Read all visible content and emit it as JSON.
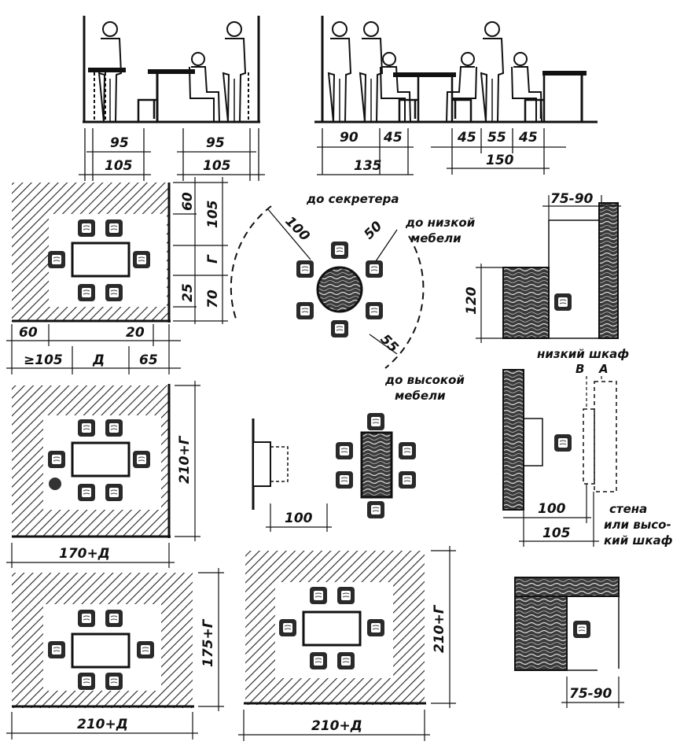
{
  "top_left": {
    "dim_1": "95",
    "dim_2": "105",
    "dim_3": "95",
    "dim_4": "105"
  },
  "top_right": {
    "dim_1": "90",
    "dim_2": "45",
    "dim_3": "135",
    "dim_4": "45",
    "dim_5": "55",
    "dim_6": "45",
    "dim_7": "150"
  },
  "plan_1": {
    "dim_60": "60",
    "dim_105": "105",
    "dim_g": "Г",
    "dim_25": "25",
    "dim_70": "70",
    "dim_60b": "60",
    "dim_20": "20",
    "dim_3105": "≥105",
    "dim_d": "Д",
    "dim_65": "65"
  },
  "round_table": {
    "label_secretary": "до секретера",
    "dim_100": "100",
    "label_low_1": "до низкой",
    "label_low_2": "мебели",
    "dim_50": "50",
    "dim_55": "55",
    "label_high_1": "до высокой",
    "label_high_2": "мебели"
  },
  "side_unit": {
    "dim_75_90": "75-90",
    "dim_120": "120"
  },
  "low_cabinet": {
    "title": "низкий шкаф",
    "label_b": "B",
    "label_a": "A",
    "dim_100": "100",
    "dim_105": "105",
    "wall_1": "стена",
    "wall_2": "или высо-",
    "wall_3": "кий шкаф"
  },
  "plan_2": {
    "dim_vert": "210+Г",
    "dim_horiz": "170+Д"
  },
  "middle": {
    "dim_100": "100"
  },
  "plan_3": {
    "dim_vert": "175+Г",
    "dim_horiz": "210+Д"
  },
  "plan_4": {
    "dim_vert": "210+Г",
    "dim_horiz": "210+Д"
  },
  "corner_unit": {
    "dim": "75-90"
  }
}
